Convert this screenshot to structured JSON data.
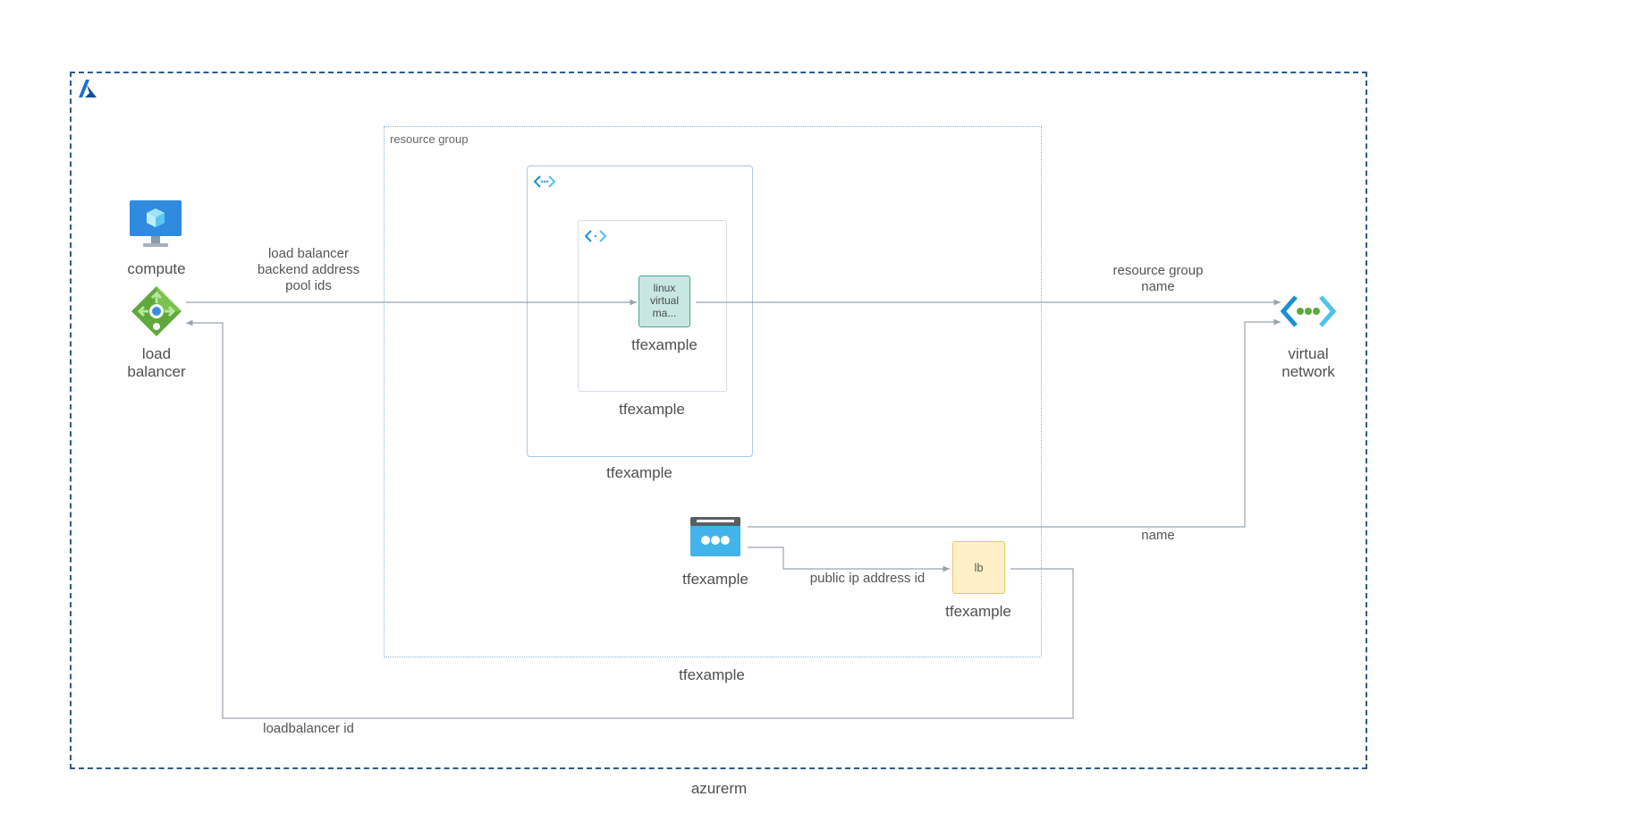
{
  "provider": {
    "label": "azurerm"
  },
  "resource_group": {
    "label": "resource group",
    "name": "tfexample"
  },
  "nodes": {
    "compute": {
      "label": "compute"
    },
    "load_balancer": {
      "label": "load\nbalancer"
    },
    "virtual_network": {
      "label": "virtual\nnetwork"
    },
    "vnet": {
      "name": "tfexample"
    },
    "subnet": {
      "name": "tfexample"
    },
    "linux_vm": {
      "text": "linux\nvirtual\nma...",
      "name": "tfexample"
    },
    "public_ip": {
      "name": "tfexample"
    },
    "lb": {
      "text": "lb",
      "name": "tfexample"
    }
  },
  "edges": {
    "backend_pool": "load balancer\nbackend address\npool ids",
    "rg_name": "resource group\nname",
    "name": "name",
    "public_ip_id": "public ip address id",
    "loadbalancer_id": "loadbalancer id"
  },
  "colors": {
    "outer_border": "#2e5b8a",
    "edge": "#9aa4ad",
    "vm_fill": "#c9e7e2",
    "lb_fill": "#fdf0c6"
  }
}
